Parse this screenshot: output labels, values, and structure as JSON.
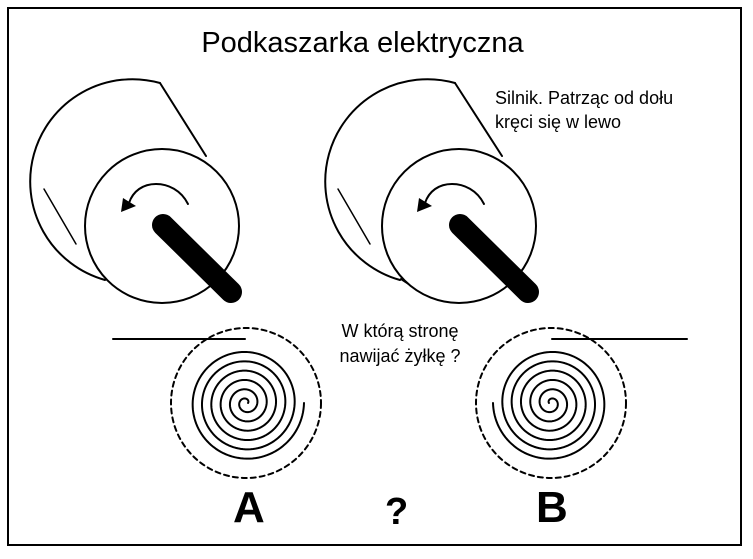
{
  "title": "Podkaszarka elektryczna",
  "motor_note": {
    "line1": "Silnik. Patrząc od dołu",
    "line2": "kręci się w lewo"
  },
  "question": {
    "line1": "W którą stronę",
    "line2": "nawijać żyłkę ?"
  },
  "options": {
    "a": "A",
    "middle": "?",
    "b": "B"
  },
  "icons": [
    "motor-cylinder-icon",
    "rotation-arrow-icon",
    "shaft-icon",
    "spool-spiral-icon"
  ],
  "colors": {
    "ink": "#000000",
    "background": "#ffffff"
  }
}
